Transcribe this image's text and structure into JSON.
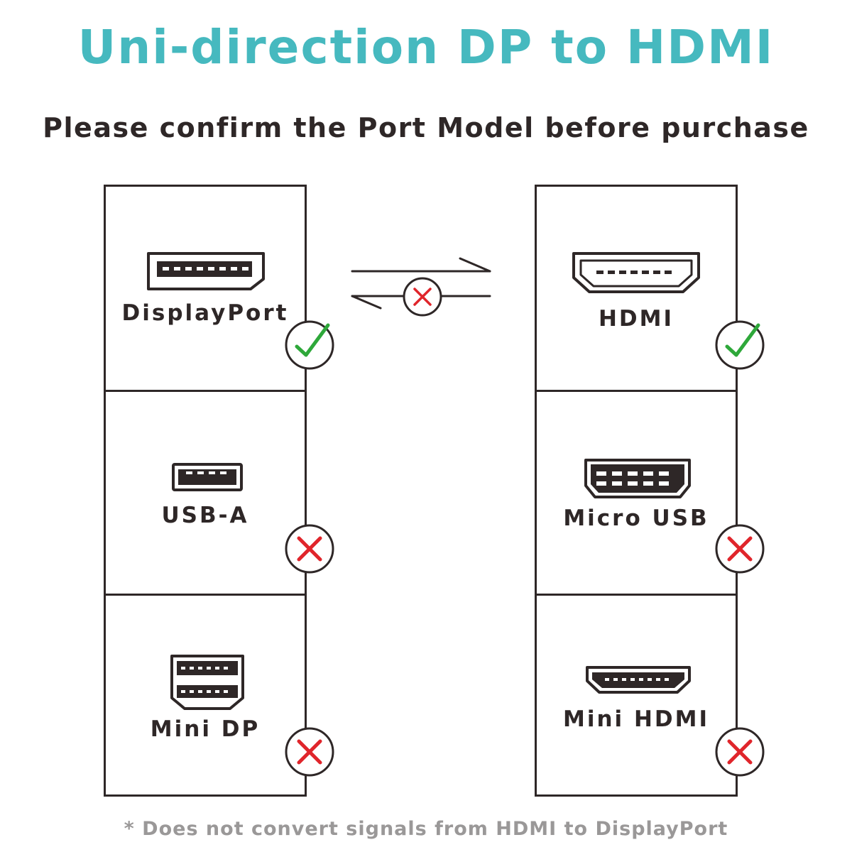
{
  "title": "Uni-direction DP to HDMI",
  "subtitle": "Please confirm the Port Model before purchase",
  "footnote": "* Does not convert signals from HDMI to DisplayPort",
  "colors": {
    "title": "#46b9bf",
    "text": "#2e2727",
    "footnote": "#9a9898",
    "check": "#2ea83a",
    "cross": "#e0252b"
  },
  "direction_icon": {
    "forward": "supported",
    "reverse": "not-supported",
    "status_icon": "cross-icon"
  },
  "left_column": [
    {
      "label": "DisplayPort",
      "icon": "displayport-icon",
      "status": "check-icon"
    },
    {
      "label": "USB-A",
      "icon": "usb-a-icon",
      "status": "cross-icon"
    },
    {
      "label": "Mini DP",
      "icon": "mini-dp-icon",
      "status": "cross-icon"
    }
  ],
  "right_column": [
    {
      "label": "HDMI",
      "icon": "hdmi-icon",
      "status": "check-icon"
    },
    {
      "label": "Micro USB",
      "icon": "micro-usb-icon",
      "status": "cross-icon"
    },
    {
      "label": "Mini HDMI",
      "icon": "mini-hdmi-icon",
      "status": "cross-icon"
    }
  ]
}
